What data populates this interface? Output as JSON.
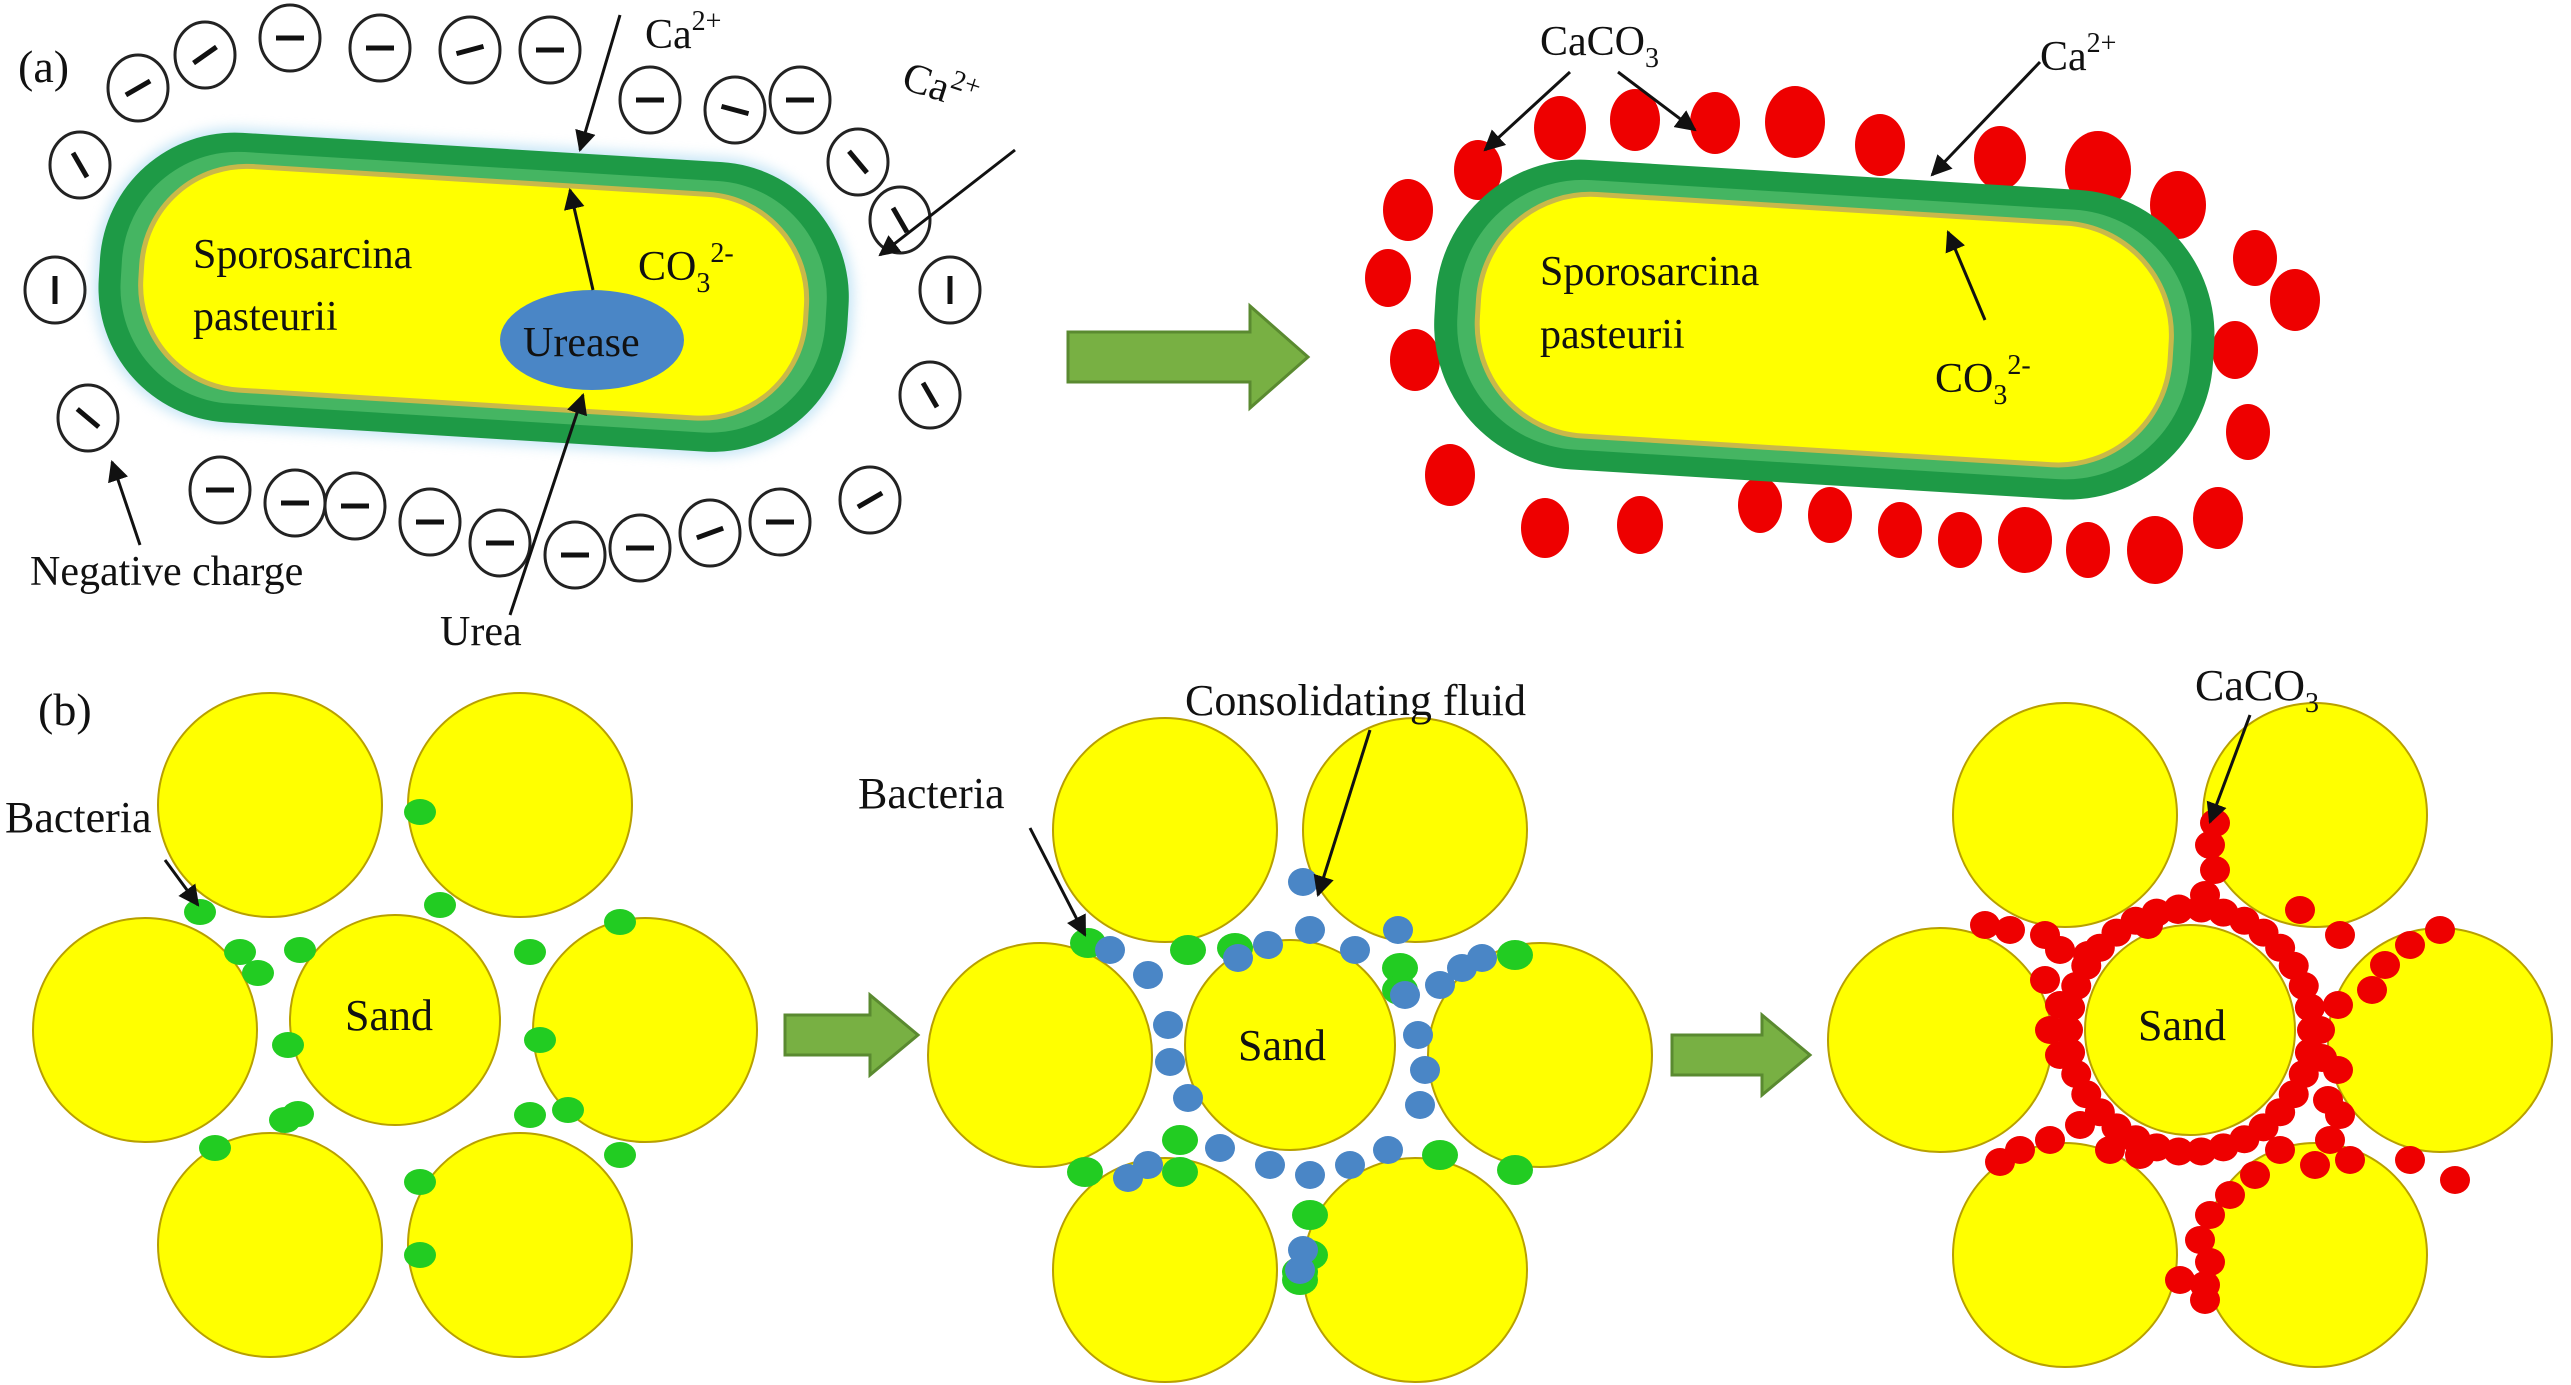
{
  "panel_a": {
    "label": "(a)",
    "ca_top": "Ca",
    "ca_top_sup": "2+",
    "ca_side": "Ca",
    "ca_side_sup": "2+",
    "organism_line1": "Sporosarcina",
    "organism_line2": "pasteurii",
    "carbonate": "CO",
    "carbonate_sub": "3",
    "carbonate_sup": "2-",
    "enzyme": "Urease",
    "negative_charge": "Negative charge",
    "urea": "Urea",
    "caco3": "CaCO",
    "caco3_sub": "3",
    "ca_right": "Ca",
    "ca_right_sup": "2+",
    "organism_right_line1": "Sporosarcina",
    "organism_right_line2": "pasteurii",
    "carbonate_right": "CO",
    "carbonate_right_sub": "3",
    "carbonate_right_sup": "2-"
  },
  "panel_b": {
    "label": "(b)",
    "bacteria_1": "Bacteria",
    "sand_1": "Sand",
    "bacteria_2": "Bacteria",
    "fluid": "Consolidating fluid",
    "sand_2": "Sand",
    "caco3": "CaCO",
    "caco3_sub": "3",
    "sand_3": "Sand"
  },
  "colors": {
    "cell_fill": "#ffff00",
    "cell_wall": "#1e9a46",
    "urease": "#4a86c6",
    "precipitate": "#ee0000",
    "bacteria": "#22cc22",
    "fluid": "#4a86c6",
    "arrow": "#78b043"
  }
}
